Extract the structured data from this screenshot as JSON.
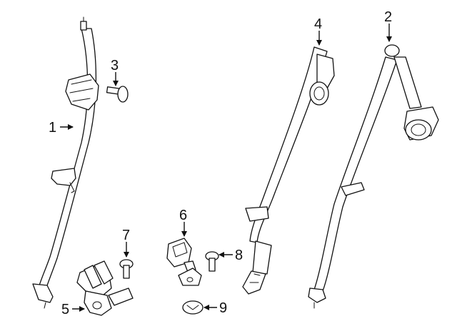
{
  "callouts": [
    {
      "number": "1",
      "part": "seat-belt-assembly-left"
    },
    {
      "number": "2",
      "part": "seat-belt-retractor-right"
    },
    {
      "number": "3",
      "part": "anchor-bolt"
    },
    {
      "number": "4",
      "part": "seat-belt-assembly-center"
    },
    {
      "number": "5",
      "part": "buckle-assembly"
    },
    {
      "number": "6",
      "part": "buckle"
    },
    {
      "number": "7",
      "part": "bolt"
    },
    {
      "number": "8",
      "part": "bolt"
    },
    {
      "number": "9",
      "part": "nut"
    }
  ],
  "colors": {
    "line": "#111111",
    "background": "#ffffff"
  }
}
